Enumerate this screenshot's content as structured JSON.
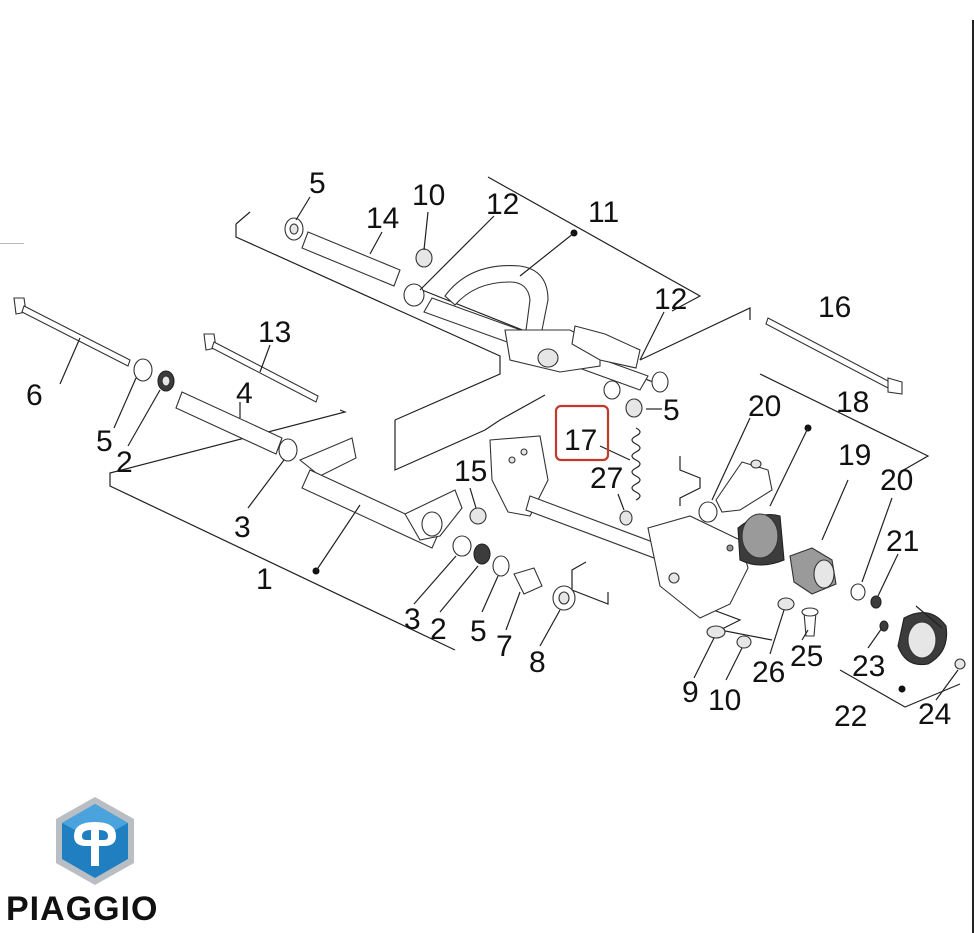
{
  "callouts": [
    {
      "id": "c5a",
      "text": "5"
    },
    {
      "id": "c10a",
      "text": "10"
    },
    {
      "id": "c14",
      "text": "14"
    },
    {
      "id": "c12a",
      "text": "12"
    },
    {
      "id": "c11",
      "text": "11"
    },
    {
      "id": "c12b",
      "text": "12"
    },
    {
      "id": "c16",
      "text": "16"
    },
    {
      "id": "c13",
      "text": "13"
    },
    {
      "id": "c6",
      "text": "6"
    },
    {
      "id": "c4",
      "text": "4"
    },
    {
      "id": "c5b",
      "text": "5"
    },
    {
      "id": "c2a",
      "text": "2"
    },
    {
      "id": "c5c",
      "text": "5"
    },
    {
      "id": "c20a",
      "text": "20"
    },
    {
      "id": "c18",
      "text": "18"
    },
    {
      "id": "c17",
      "text": "17"
    },
    {
      "id": "c15",
      "text": "15"
    },
    {
      "id": "c27",
      "text": "27"
    },
    {
      "id": "c19",
      "text": "19"
    },
    {
      "id": "c20b",
      "text": "20"
    },
    {
      "id": "c3a",
      "text": "3"
    },
    {
      "id": "c1",
      "text": "1"
    },
    {
      "id": "c21",
      "text": "21"
    },
    {
      "id": "c3b",
      "text": "3"
    },
    {
      "id": "c2b",
      "text": "2"
    },
    {
      "id": "c5d",
      "text": "5"
    },
    {
      "id": "c7",
      "text": "7"
    },
    {
      "id": "c8",
      "text": "8"
    },
    {
      "id": "c25",
      "text": "25"
    },
    {
      "id": "c26",
      "text": "26"
    },
    {
      "id": "c23",
      "text": "23"
    },
    {
      "id": "c9",
      "text": "9"
    },
    {
      "id": "c10b",
      "text": "10"
    },
    {
      "id": "c22",
      "text": "22"
    },
    {
      "id": "c24",
      "text": "24"
    }
  ],
  "highlighted_callout": "17",
  "colors": {
    "highlight_box": "#c0392b",
    "logo_blue": "#1f7fc1",
    "logo_light_blue": "#4aa3dc",
    "logo_frame": "#b9bec4",
    "line": "#222222"
  },
  "brand": {
    "logo_icon": "piaggio-hexagon-logo-icon",
    "wordmark": "PIAGGIO"
  }
}
